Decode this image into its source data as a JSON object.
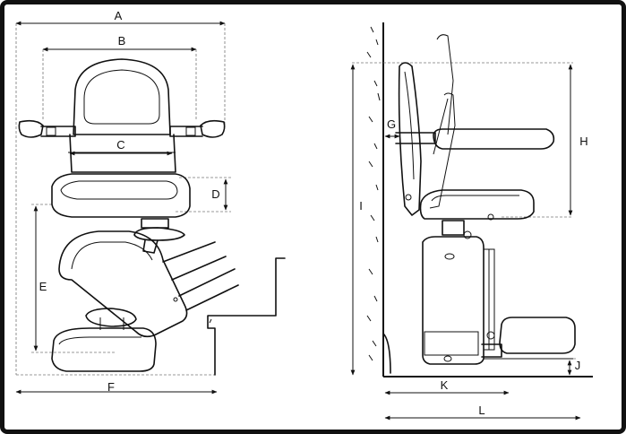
{
  "labels": {
    "A": "A",
    "B": "B",
    "C": "C",
    "D": "D",
    "E": "E",
    "F": "F",
    "G": "G",
    "H": "H",
    "I": "I",
    "J": "J",
    "K": "K",
    "L": "L"
  },
  "colors": {
    "line": "#111111",
    "guide": "#777777",
    "background": "#ffffff"
  }
}
